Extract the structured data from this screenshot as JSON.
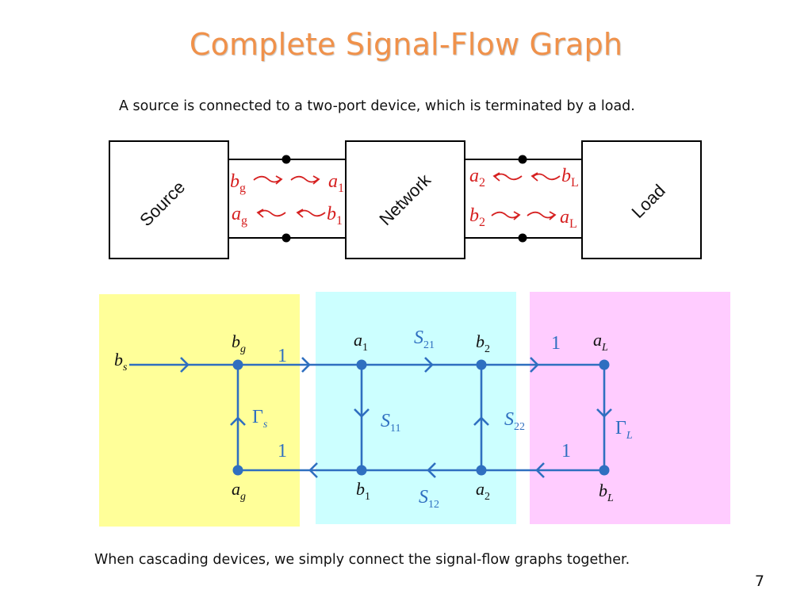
{
  "slide": {
    "title": "Complete Signal-Flow Graph",
    "subtitle": "A source is connected to a two-port device, which is terminated by a load.",
    "footer": "When cascading devices, we simply connect the signal-flow graphs together.",
    "page_number": "7"
  },
  "circuit": {
    "source_label": "Source",
    "network_label": "Network",
    "load_label": "Load",
    "waves_left": {
      "bg": "b",
      "bg_sub": "g",
      "a1": "a",
      "a1_sub": "1",
      "ag": "a",
      "ag_sub": "g",
      "b1": "b",
      "b1_sub": "1"
    },
    "waves_right": {
      "a2": "a",
      "a2_sub": "2",
      "bL": "b",
      "bL_sub": "L",
      "b2": "b",
      "b2_sub": "2",
      "aL": "a",
      "aL_sub": "L"
    }
  },
  "graph": {
    "nodes": {
      "bs": "b",
      "bs_sub": "s",
      "bg": "b",
      "bg_sub": "g",
      "ag": "a",
      "ag_sub": "g",
      "a1": "a",
      "a1_sub": "1",
      "b1": "b",
      "b1_sub": "1",
      "b2": "b",
      "b2_sub": "2",
      "a2": "a",
      "a2_sub": "2",
      "aL": "a",
      "aL_sub": "L",
      "bL": "b",
      "bL_sub": "L"
    },
    "branches": {
      "bg_a1": "1",
      "b1_ag": "1",
      "gamma_s": "Γ",
      "gamma_s_sub": "s",
      "s21": "S",
      "s21_sub": "21",
      "s11": "S",
      "s11_sub": "11",
      "s22": "S",
      "s22_sub": "22",
      "s12": "S",
      "s12_sub": "12",
      "b2_aL": "1",
      "bL_a2": "1",
      "gamma_L": "Γ",
      "gamma_L_sub": "L"
    },
    "colors": {
      "source_region": "#ffff99",
      "network_region": "#ccffff",
      "load_region": "#ffccff",
      "branch": "#2f6fc0",
      "wave_label": "#d62020",
      "title": "#f0914a"
    }
  }
}
